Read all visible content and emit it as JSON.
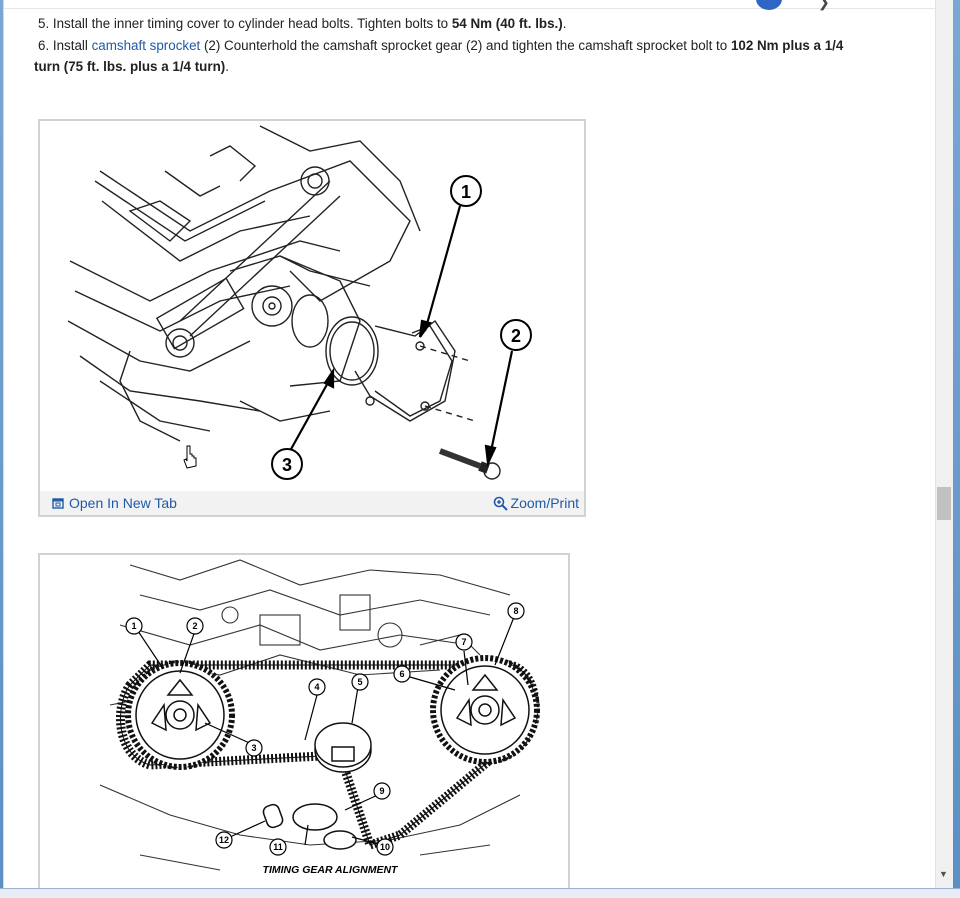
{
  "steps": {
    "step5": {
      "prefix": "5. Install the inner timing cover to cylinder head bolts. Tighten bolts to ",
      "bold": "54 Nm (40 ft. lbs.)",
      "suffix": "."
    },
    "step6": {
      "prefix": "6. Install ",
      "link": "camshaft sprocket",
      "middle": " (2) Counterhold the camshaft sprocket gear (2) and tighten the camshaft sprocket bolt to ",
      "bold1": "102 Nm plus a 1/4",
      "bold2": "turn (75 ft. lbs. plus a 1/4 turn)",
      "suffix": "."
    }
  },
  "figure1": {
    "callouts": [
      "1",
      "2",
      "3"
    ],
    "open_tab_label": "Open In New Tab",
    "zoom_label": "Zoom/Print"
  },
  "figure2": {
    "callouts": [
      "1",
      "2",
      "3",
      "4",
      "5",
      "6",
      "7",
      "8",
      "9",
      "10",
      "11",
      "12"
    ],
    "caption": "TIMING GEAR ALIGNMENT"
  },
  "icons": {
    "open_tab": "open-new-tab-icon",
    "zoom": "magnifier-plus-icon",
    "cursor": "hand-cursor-icon"
  },
  "colors": {
    "link": "#1f5aa6",
    "footer_bg": "#f2f2f2",
    "window_frame": "#6f9fd0"
  }
}
